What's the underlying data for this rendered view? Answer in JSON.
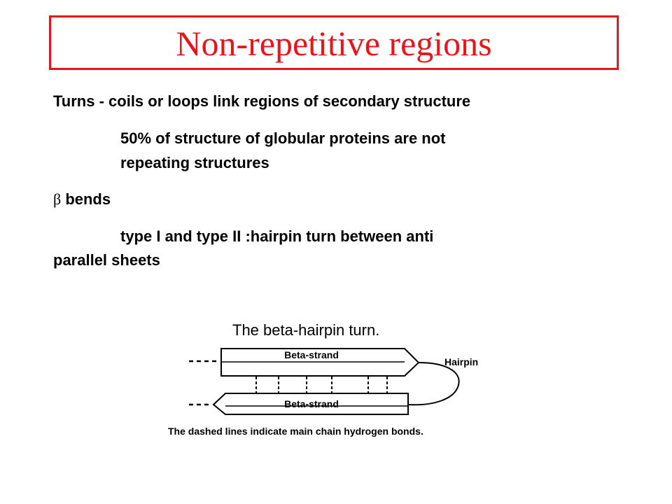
{
  "slide": {
    "title": "Non-repetitive regions",
    "turns_heading": "Turns - coils or loops link regions of secondary structure",
    "turns_detail_line1": "50% of structure of globular proteins are not",
    "turns_detail_line2": "repeating structures",
    "beta_symbol": "β",
    "bends_label": " bends",
    "bends_detail_line1": "type I and type II :hairpin turn between anti",
    "bends_detail_line2": "parallel sheets"
  },
  "figure": {
    "caption_top": "The beta-hairpin turn.",
    "strand_top_label": "Beta-strand",
    "strand_bottom_label": "Beta-strand",
    "hairpin_label": "Hairpin",
    "caption_bottom": "The dashed lines indicate main chain hydrogen bonds."
  },
  "colors": {
    "title": "#e8151b",
    "text": "#000000"
  }
}
